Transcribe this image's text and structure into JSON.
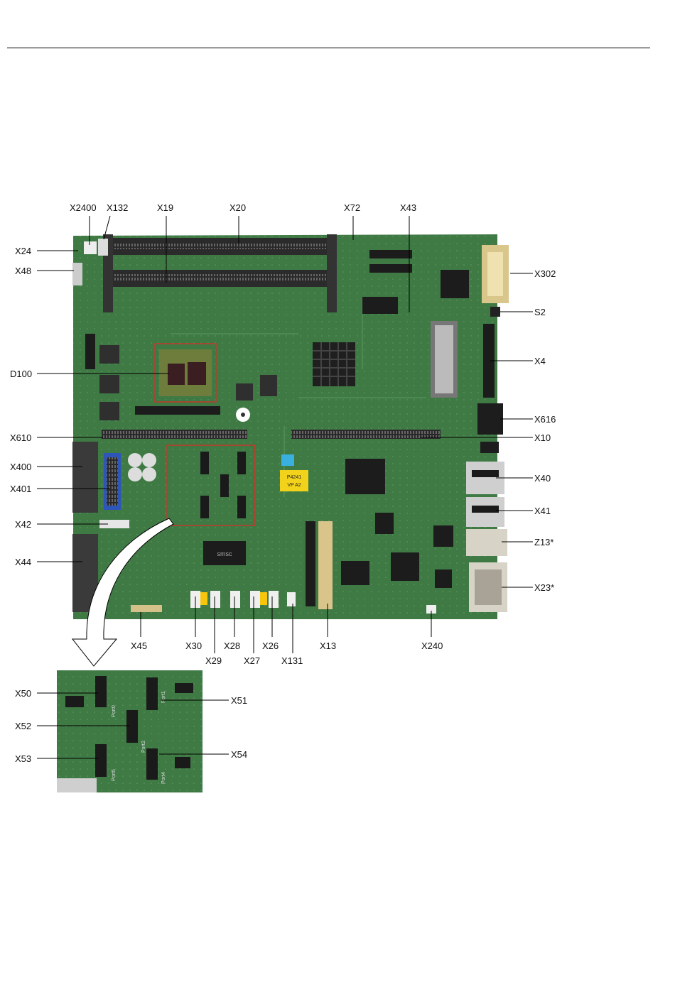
{
  "labels": {
    "top": {
      "X2400": "X2400",
      "X132": "X132",
      "X19": "X19",
      "X20": "X20",
      "X72": "X72",
      "X43": "X43"
    },
    "left": {
      "X24": "X24",
      "X48": "X48",
      "D100": "D100",
      "X610": "X610",
      "X400": "X400",
      "X401": "X401",
      "X42": "X42",
      "X44": "X44"
    },
    "right": {
      "X302": "X302",
      "S2": "S2",
      "X4": "X4",
      "X616": "X616",
      "X10": "X10",
      "X40": "X40",
      "X41": "X41",
      "Z13": "Z13*",
      "X23": "X23*"
    },
    "bottom": {
      "X45": "X45",
      "X30": "X30",
      "X29": "X29",
      "X28": "X28",
      "X27": "X27",
      "X26": "X26",
      "X131": "X131",
      "X13": "X13",
      "X240": "X240"
    },
    "detail": {
      "X50": "X50",
      "X51": "X51",
      "X52": "X52",
      "X53": "X53",
      "X54": "X54"
    }
  },
  "board_text": {
    "sticker_brand": "P4241",
    "sticker_line": "VP A2",
    "chip_brand": "smsc",
    "port_labels": [
      "Port0",
      "Port1",
      "Port2",
      "Port4",
      "Port5"
    ]
  },
  "colors": {
    "pcb": "#3f7a45",
    "pcb_dark": "#2f5e36",
    "slot": "#3a3a3a",
    "highlight": "#c0392b",
    "sticker": "#f2d21b"
  }
}
